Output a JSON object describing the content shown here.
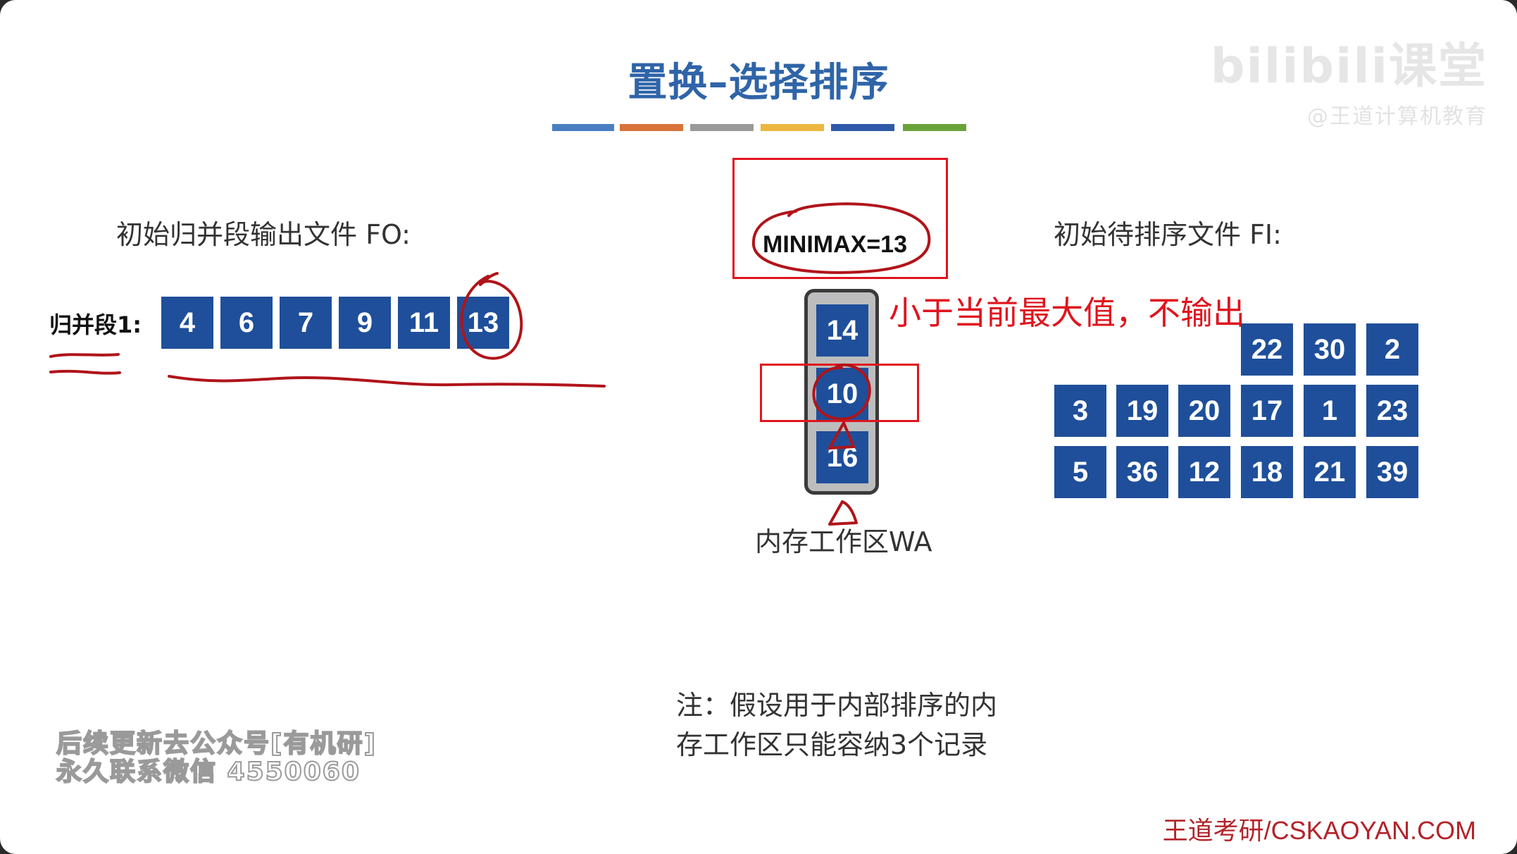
{
  "title": "置换–选择排序",
  "title_stripe_colors": [
    "#4a7ec2",
    "#d8733a",
    "#9a9a9a",
    "#ecb640",
    "#2f5aa8",
    "#6aa33a"
  ],
  "output_file": {
    "label": "初始归并段输出文件 FO:",
    "segment_label": "归并段1:",
    "values": [
      "4",
      "6",
      "7",
      "9",
      "11",
      "13"
    ]
  },
  "workspace": {
    "minimax": "MINIMAX=13",
    "values": [
      "14",
      "10",
      "16"
    ],
    "label": "内存工作区WA",
    "annotation": "小于当前最大值，不输出"
  },
  "input_file": {
    "label": "初始待排序文件 FI:",
    "rows": [
      [
        "22",
        "30",
        "2"
      ],
      [
        "3",
        "19",
        "20",
        "17",
        "1",
        "23"
      ],
      [
        "5",
        "36",
        "12",
        "18",
        "21",
        "39"
      ]
    ]
  },
  "note": {
    "line1": "注：假设用于内部排序的内",
    "line2": "存工作区只能容纳3个记录"
  },
  "brand": "王道考研/CSKAOYAN.COM",
  "watermark": {
    "line1": "后续更新去公众号[有机研]",
    "line2": "永久联系微信 4550060",
    "logo": "bilibili课堂",
    "logo_sub": "@王道计算机教育"
  },
  "colors": {
    "box_fill": "#1f4f9a",
    "title": "#2f64a8",
    "annotation_red": "#e0141e"
  }
}
